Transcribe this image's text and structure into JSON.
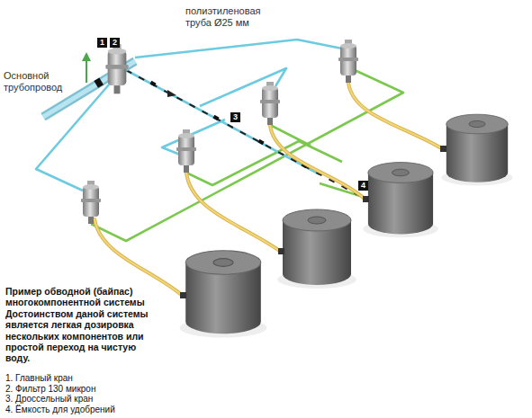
{
  "diagram": {
    "caption": "Пример обводной (байпас) многокомпонентной системы Достоинством даной системы является легкая дозировка нескольких компонентов или простой переход на чистую воду.",
    "labels": [
      "полиэтиленовая труба Ø25 мм",
      "Основной трубопровод",
      "1",
      "2",
      "3",
      "4",
      "1. Главный кран",
      "2. Фильтр 130 микрон",
      "3. Дроссельный кран",
      "4. Ёмкость для удобрений"
    ]
  }
}
